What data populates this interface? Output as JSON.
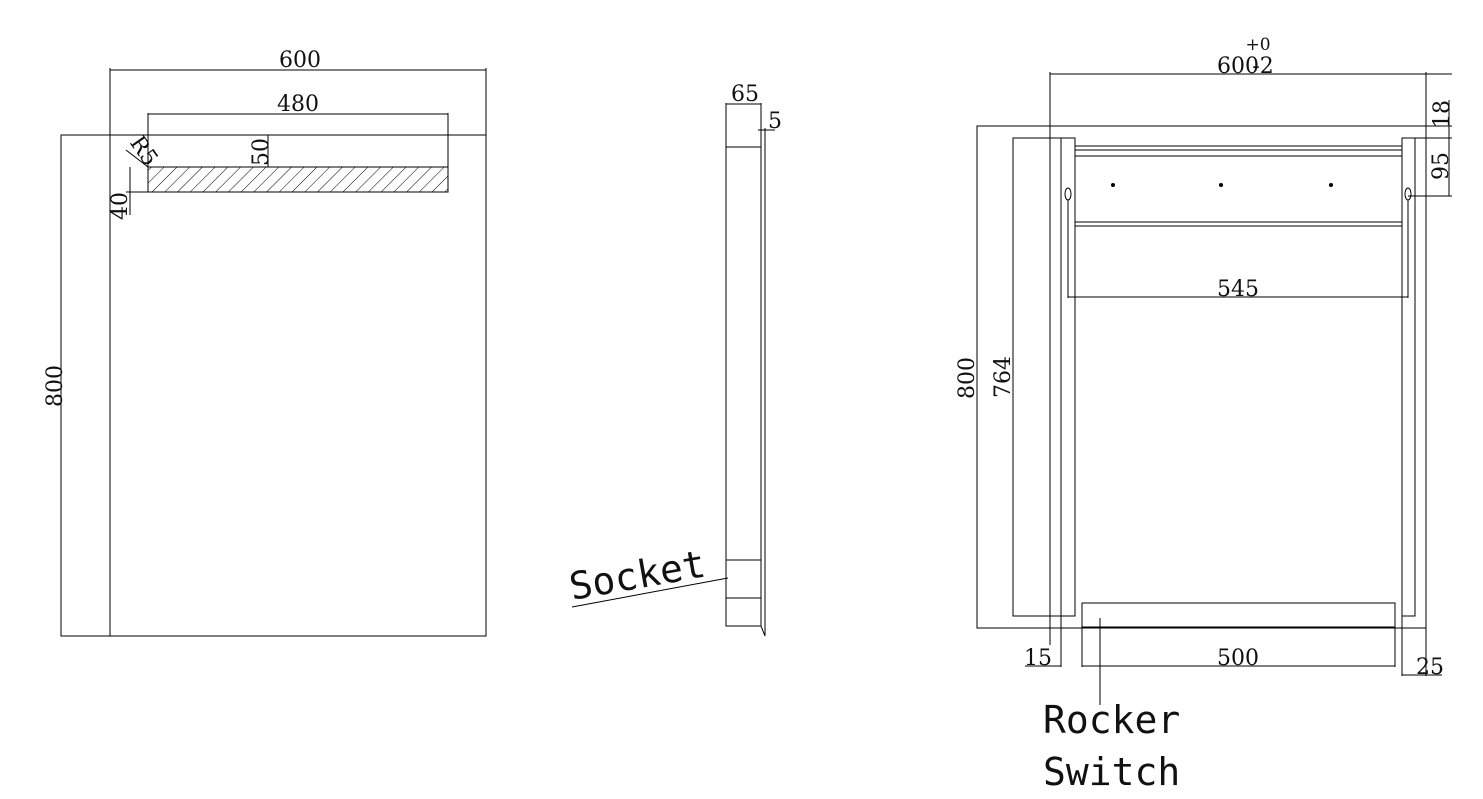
{
  "front_view": {
    "width": "600",
    "height": "800",
    "light_width": "480",
    "light_offset": "50",
    "light_height": "40",
    "radius": "R5"
  },
  "side_view": {
    "depth": "65",
    "glass": "5",
    "socket_label": "Socket"
  },
  "back_view": {
    "tol_upper": "+0",
    "width": "600",
    "tol_lower": "-2",
    "top_offset": "18",
    "hanger_drop": "95",
    "hanger_spacing": "545",
    "height": "800",
    "inner_height": "764",
    "left_margin": "15",
    "switch_width": "500",
    "right_margin": "25",
    "switch_label_line1": "Rocker",
    "switch_label_line2": "Switch"
  },
  "colors": {
    "line": "#000000",
    "background": "#ffffff"
  }
}
